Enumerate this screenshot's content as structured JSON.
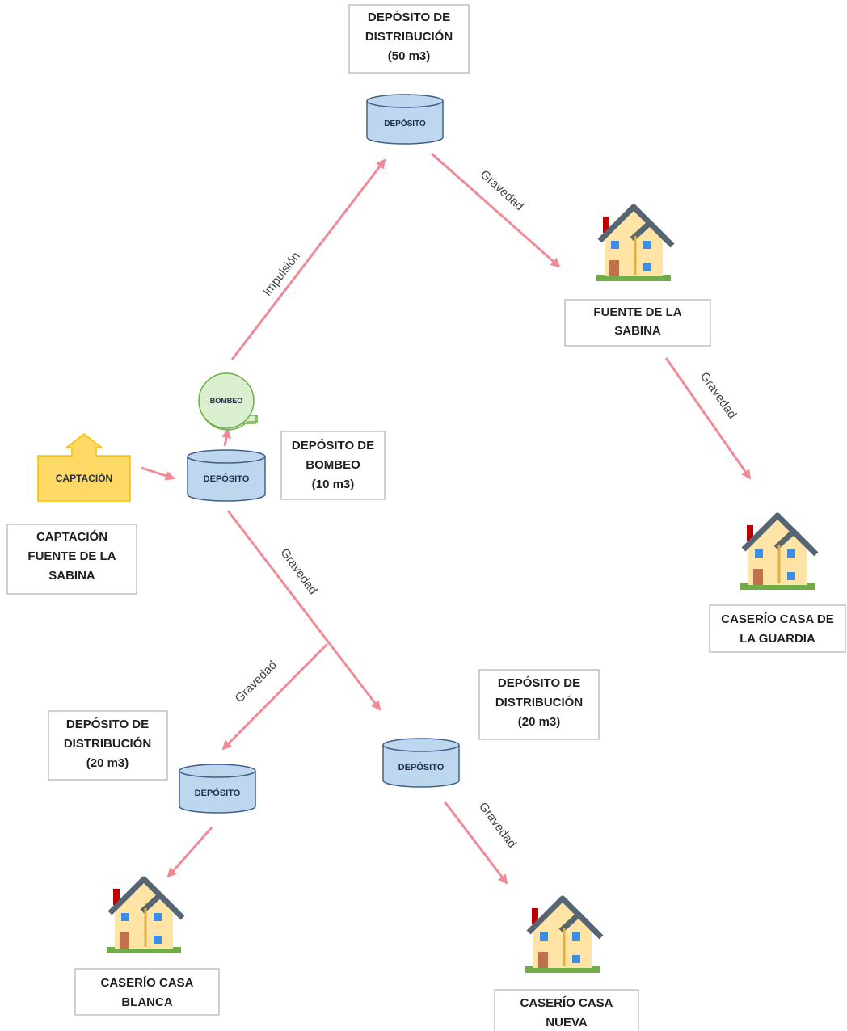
{
  "colors": {
    "arrow": "#f08a96",
    "tank_fill": "#bdd7ee",
    "tank_stroke": "#41608a",
    "pump_fill": "#d9efd0",
    "pump_stroke": "#70ad47",
    "capture_fill": "#ffd966",
    "capture_stroke": "#f2c200"
  },
  "labels": {
    "dep_50": [
      "DEPÓSITO DE",
      "DISTRIBUCIÓN",
      "(50 m3)"
    ],
    "fuente_sabina": [
      "FUENTE DE LA",
      "SABINA"
    ],
    "dep_bombeo": [
      "DEPÓSITO DE",
      "BOMBEO",
      "(10 m3)"
    ],
    "captacion_fuente": [
      "CAPTACIÓN",
      "FUENTE DE LA",
      "SABINA"
    ],
    "caserio_guardia": [
      "CASERÍO CASA DE",
      "LA GUARDIA"
    ],
    "dep_20_right": [
      "DEPÓSITO DE",
      "DISTRIBUCIÓN",
      "(20 m3)"
    ],
    "dep_20_left": [
      "DEPÓSITO DE",
      "DISTRIBUCIÓN",
      "(20 m3)"
    ],
    "caserio_blanca": [
      "CASERÍO CASA",
      "BLANCA"
    ],
    "caserio_nueva": [
      "CASERÍO CASA",
      "NUEVA"
    ]
  },
  "shapes": {
    "tank": "DEPÓSITO",
    "pump": "BOMBEO",
    "capture": "CAPTACIÓN"
  },
  "flows": {
    "impulsion": "Impulsión",
    "gravedad": "Gravedad"
  },
  "icons": {
    "house": "house-icon"
  }
}
